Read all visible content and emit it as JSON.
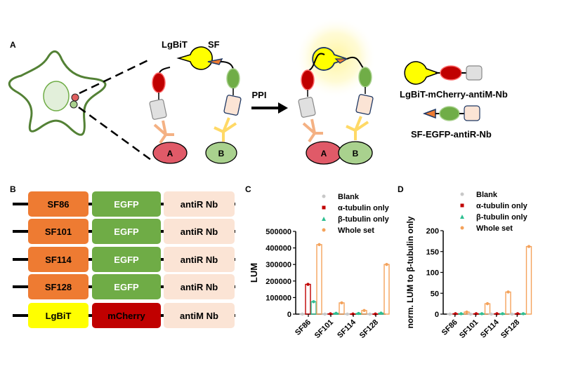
{
  "panels": {
    "a": "A",
    "b": "B",
    "c": "C",
    "d": "D"
  },
  "panel_a": {
    "lgbit_label": "LgBiT",
    "sf_label": "SF",
    "ppi_label": "PPI",
    "antigen_a": "A",
    "antigen_b": "B",
    "legend_lgbit": "LgBiT-mCherry-antiM-Nb",
    "legend_sf": "SF-EGFP-antiR-Nb"
  },
  "panel_b": {
    "constructs": [
      {
        "part1": "SF86",
        "part2": "EGFP",
        "part3": "antiR Nb",
        "color1": "#ee7b32",
        "color2": "#6fac46",
        "color3": "#fbe4d5"
      },
      {
        "part1": "SF101",
        "part2": "EGFP",
        "part3": "antiR Nb",
        "color1": "#ee7b32",
        "color2": "#6fac46",
        "color3": "#fbe4d5"
      },
      {
        "part1": "SF114",
        "part2": "EGFP",
        "part3": "antiR Nb",
        "color1": "#ee7b32",
        "color2": "#6fac46",
        "color3": "#fbe4d5"
      },
      {
        "part1": "SF128",
        "part2": "EGFP",
        "part3": "antiR Nb",
        "color1": "#ee7b32",
        "color2": "#6fac46",
        "color3": "#fbe4d5"
      },
      {
        "part1": "LgBiT",
        "part2": "mCherry",
        "part3": "antiM Nb",
        "color1": "#ffff00",
        "color2": "#c00000",
        "color3": "#fbe4d5"
      }
    ]
  },
  "chart_data": [
    {
      "type": "bar",
      "panel": "C",
      "ylabel": "LUM",
      "ylim": [
        0,
        500000
      ],
      "yticks": [
        "0",
        "100000",
        "200000",
        "300000",
        "400000",
        "500000"
      ],
      "categories": [
        "SF86",
        "SF101",
        "SF114",
        "SF128"
      ],
      "series": [
        {
          "name": "Blank",
          "color": "#c8c8c8",
          "values": [
            0,
            0,
            0,
            0
          ]
        },
        {
          "name": "α-tubulin only",
          "color": "#c00000",
          "values": [
            180000,
            2000,
            1000,
            1000
          ]
        },
        {
          "name": "β-tubulin only",
          "color": "#2ebf91",
          "values": [
            75000,
            5000,
            4000,
            6000
          ]
        },
        {
          "name": "Whole set",
          "color": "#f4a25b",
          "values": [
            420000,
            68000,
            22000,
            300000
          ]
        }
      ],
      "legend_position": "top-right"
    },
    {
      "type": "bar",
      "panel": "D",
      "ylabel": "norm. LUM to β-tubulin only",
      "ylim": [
        0,
        200
      ],
      "yticks": [
        "0",
        "50",
        "100",
        "150",
        "200"
      ],
      "categories": [
        "SF86",
        "SF101",
        "SF114",
        "SF128"
      ],
      "series": [
        {
          "name": "Blank",
          "color": "#c8c8c8",
          "values": [
            0,
            0,
            0,
            0
          ]
        },
        {
          "name": "α-tubulin only",
          "color": "#c00000",
          "values": [
            1,
            1,
            1,
            1
          ]
        },
        {
          "name": "β-tubulin only",
          "color": "#2ebf91",
          "values": [
            1,
            1,
            1,
            1
          ]
        },
        {
          "name": "Whole set",
          "color": "#f4a25b",
          "values": [
            5,
            25,
            53,
            162
          ]
        }
      ],
      "legend_position": "top-right"
    }
  ]
}
